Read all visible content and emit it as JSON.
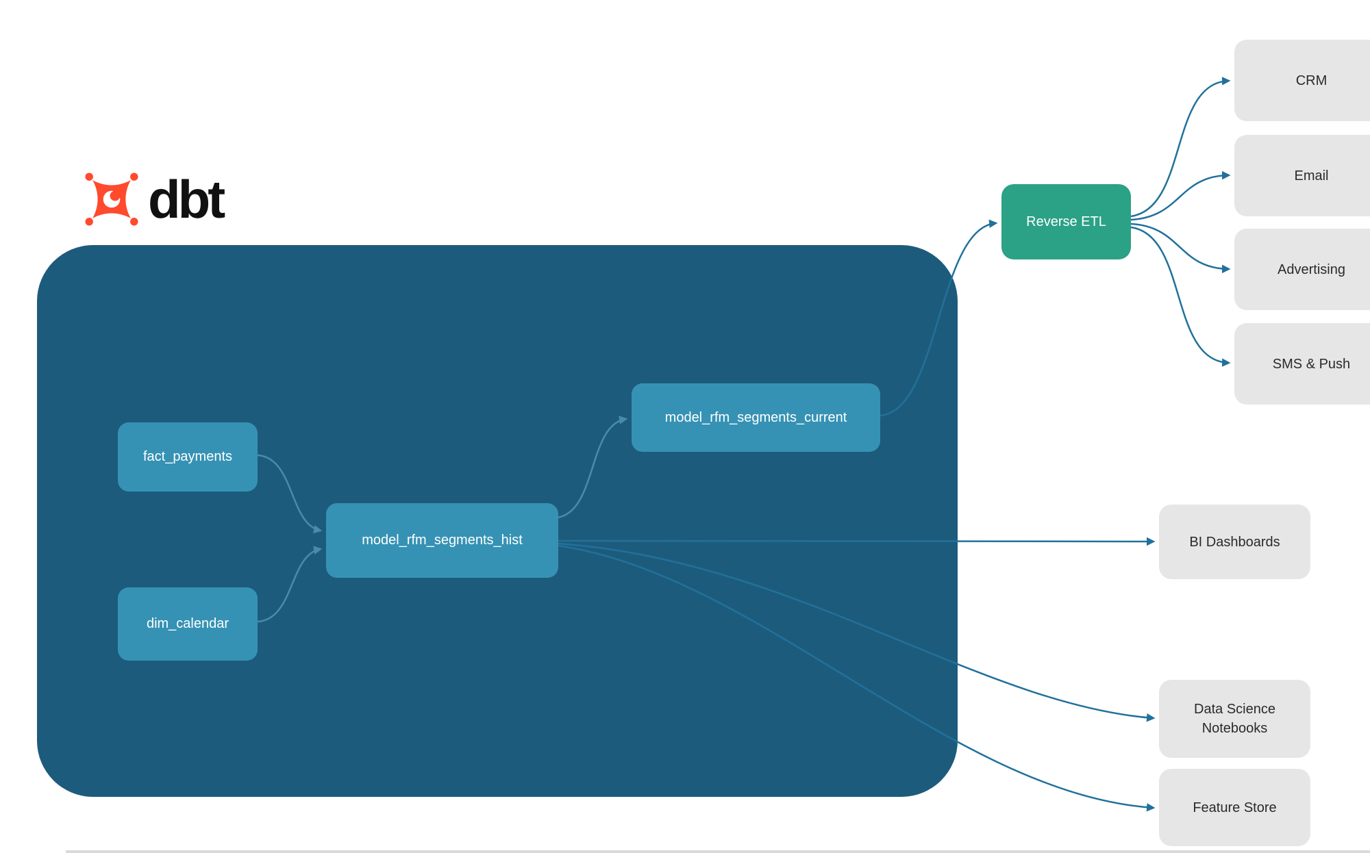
{
  "diagram": {
    "brand": {
      "name": "dbt"
    },
    "warehouse": {
      "nodes": [
        {
          "id": "fact_payments",
          "label": "fact_payments"
        },
        {
          "id": "dim_calendar",
          "label": "dim_calendar"
        },
        {
          "id": "model_rfm_segments_hist",
          "label": "model_rfm_segments_hist"
        },
        {
          "id": "model_rfm_segments_current",
          "label": "model_rfm_segments_current"
        }
      ]
    },
    "reverse_etl": {
      "label": "Reverse ETL"
    },
    "destinations": [
      {
        "label": "CRM"
      },
      {
        "label": "Email"
      },
      {
        "label": "Advertising"
      },
      {
        "label": "SMS & Push"
      }
    ],
    "outputs": [
      {
        "label": "BI Dashboards"
      },
      {
        "label": "Data Science Notebooks"
      },
      {
        "label": "Feature Store"
      }
    ],
    "edges": [
      {
        "from": "fact_payments",
        "to": "model_rfm_segments_hist"
      },
      {
        "from": "dim_calendar",
        "to": "model_rfm_segments_hist"
      },
      {
        "from": "model_rfm_segments_hist",
        "to": "model_rfm_segments_current"
      },
      {
        "from": "model_rfm_segments_current",
        "to": "Reverse ETL"
      },
      {
        "from": "Reverse ETL",
        "to": "CRM"
      },
      {
        "from": "Reverse ETL",
        "to": "Email"
      },
      {
        "from": "Reverse ETL",
        "to": "Advertising"
      },
      {
        "from": "Reverse ETL",
        "to": "SMS & Push"
      },
      {
        "from": "model_rfm_segments_hist",
        "to": "BI Dashboards"
      },
      {
        "from": "model_rfm_segments_hist",
        "to": "Data Science Notebooks"
      },
      {
        "from": "model_rfm_segments_hist",
        "to": "Feature Store"
      }
    ],
    "colors": {
      "warehouse_container": "#1d5b7c",
      "model_node": "#3692b4",
      "reverse_etl_node": "#2ba185",
      "destination_node": "#e6e6e6",
      "edge_internal": "#478dab",
      "edge_external": "#21719b",
      "logo_orange": "#ff4a2d",
      "node_text_light": "#ffffff",
      "node_text_dark": "#2a2a2a"
    }
  }
}
